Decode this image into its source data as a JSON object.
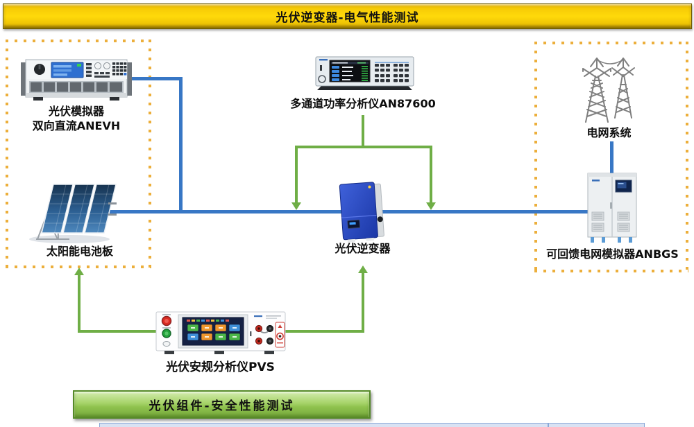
{
  "header": {
    "title": "光伏逆变器-电气性能测试"
  },
  "footer": {
    "title": "光伏组件-安全性能测试"
  },
  "top_row": {
    "pv_simulator": {
      "name_line1": "光伏模拟器",
      "name_line2": "双向直流ANEVH"
    },
    "power_analyzer": {
      "name": "多通道功率分析仪AN87600"
    },
    "grid_system": {
      "name": "电网系统"
    }
  },
  "middle_row": {
    "solar_panel": {
      "name": "太阳能电池板"
    },
    "inverter": {
      "name": "光伏逆变器"
    },
    "grid_simulator": {
      "name": "可回馈电网模拟器ANBGS"
    }
  },
  "bottom_row": {
    "safety_analyzer": {
      "name": "光伏安规分析仪PVS"
    }
  },
  "colors": {
    "header_bar_yellow": "#FFD90A",
    "footer_bar_green": "#9CCB55",
    "dc_ac_line_blue": "#3877C5",
    "measurement_line_green": "#6FAE46",
    "dotted_box_orange": "#ECAF3C"
  }
}
